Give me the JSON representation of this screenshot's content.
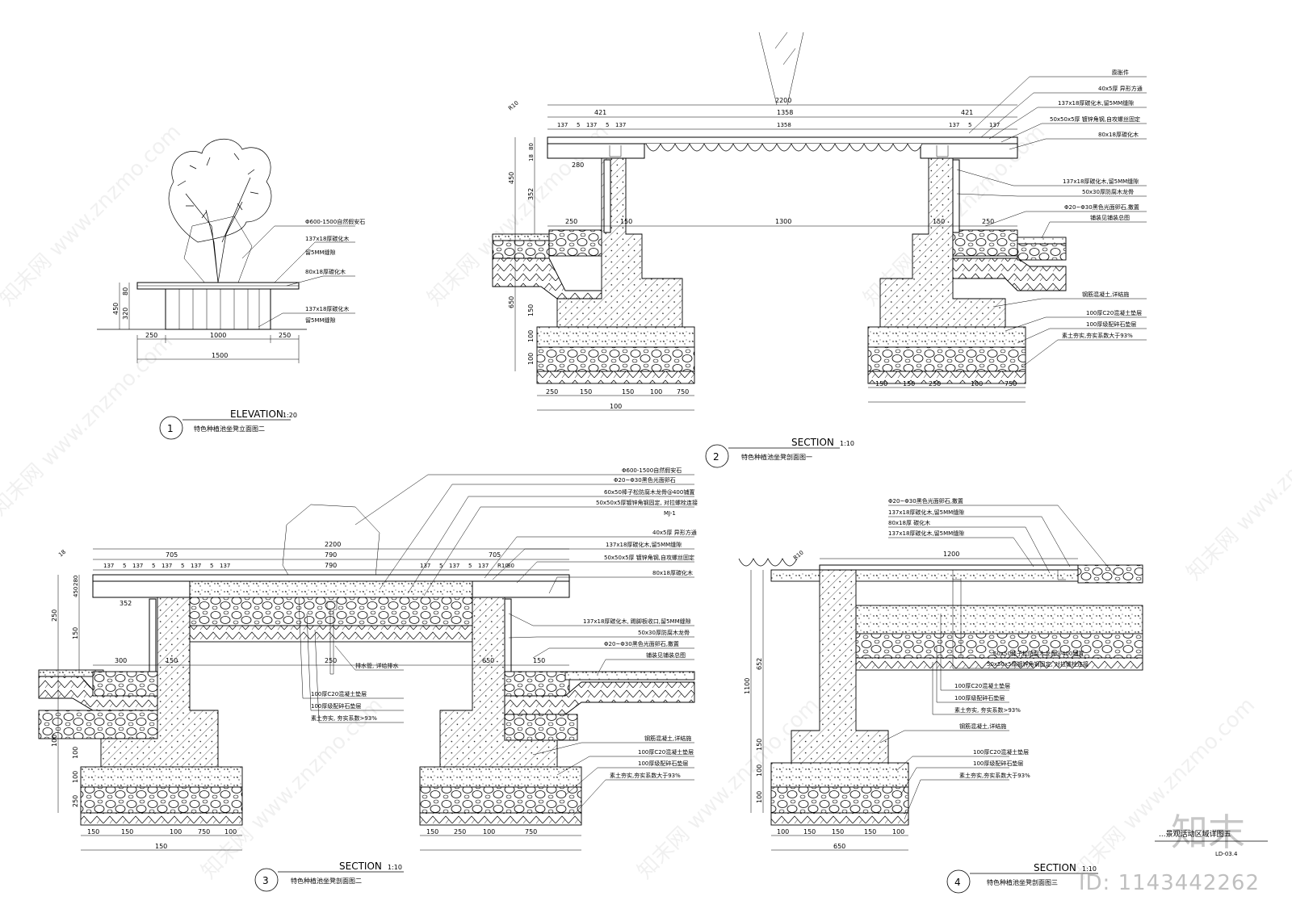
{
  "sheet": {
    "sheet_title": "...景观活动区域详图五",
    "sheet_number": "LD-03.4",
    "watermark_text": "知末网 www.znzmo.com",
    "brand_logo": "知末",
    "id_label": "ID: 1143442262"
  },
  "views": [
    {
      "number": "1",
      "title": "ELEVATION",
      "scale": "1:20",
      "caption": "特色种植池坐凳立面图二",
      "notes": [
        "Φ600-1500自然假安石",
        "137x18厚碳化木",
        "留5MM缝隙",
        "80x18厚碳化木",
        "137x18厚碳化木",
        "留5MM缝隙"
      ],
      "dims": [
        "450",
        "320",
        "80",
        "250",
        "1000",
        "250",
        "1500"
      ]
    },
    {
      "number": "2",
      "title": "SECTION",
      "scale": "1:10",
      "caption": "特色种植池坐凳剖面图一",
      "notes": [
        "膨胀件",
        "40x5厚 异形方通",
        "137x18厚碳化木,留5MM缝隙",
        "50x50x5厚 镀锌角钢,自攻螺丝固定",
        "80x18厚碳化木",
        "137x18厚碳化木,留5MM缝隙",
        "50x30厚防腐木龙骨",
        "Φ20~Φ30黑色光面卵石,撒置",
        "铺装见铺装总图",
        "钢筋混凝土,详结施",
        "100厚C20混凝土垫层",
        "100厚级配碎石垫层",
        "素土夯实,夯实系数大于93%"
      ],
      "dims": [
        "2200",
        "421",
        "1358",
        "421",
        "137",
        "5",
        "137",
        "5",
        "137",
        "1358",
        "137",
        "5",
        "137",
        "R10",
        "80",
        "18",
        "280",
        "450",
        "352",
        "250",
        "150",
        "1300",
        "150",
        "250",
        "650",
        "150",
        "100",
        "100",
        "250",
        "150",
        "150",
        "100",
        "750",
        "100",
        "150",
        "150",
        "250",
        "100",
        "750"
      ]
    },
    {
      "number": "3",
      "title": "SECTION",
      "scale": "1:10",
      "caption": "特色种植池坐凳剖面图二",
      "notes": [
        "Φ600-1500自然假安石",
        "Φ20~Φ30黑色光面卵石",
        "60x50棒子松防腐木龙骨@400铺置",
        "50x50x5厚镀锌角钢固定, 对拉螺栓连接",
        "MJ-1",
        "40x5厚 异形方通",
        "137x18厚碳化木,留5MM缝隙",
        "50x50x5厚 镀锌角钢,自攻螺丝固定",
        "80x18厚碳化木",
        "137x18厚碳化木, 踢脚板收口,留5MM缝隙",
        "50x30厚防腐木龙骨",
        "Φ20~Φ30黑色光面卵石,撒置",
        "铺装见铺装总图",
        "排水管, 详给排水",
        "100厚C20混凝土垫层",
        "100厚级配碎石垫层",
        "素土夯实, 夯实系数>93%",
        "钢筋混凝土,详结施",
        "100厚C20混凝土垫层",
        "100厚级配碎石垫层",
        "素土夯实,夯实系数大于93%"
      ],
      "dims": [
        "2200",
        "705",
        "790",
        "705",
        "137",
        "5",
        "137",
        "5",
        "137",
        "5",
        "137",
        "5",
        "137",
        "790",
        "137",
        "5",
        "137",
        "5",
        "137",
        "R10",
        "80",
        "18",
        "280",
        "450",
        "352",
        "250",
        "150",
        "300",
        "150",
        "250",
        "650",
        "150",
        "100",
        "100",
        "100",
        "250",
        "150",
        "150",
        "100",
        "750",
        "100",
        "150",
        "150",
        "250",
        "100",
        "750"
      ]
    },
    {
      "number": "4",
      "title": "SECTION",
      "scale": "1:10",
      "caption": "特色种植池坐凳剖面图三",
      "notes": [
        "Φ20~Φ30黑色光面卵石,撒置",
        "137x18厚碳化木,留5MM缝隙",
        "80x18厚 碳化木",
        "137x18厚碳化木,留5MM缝隙",
        "60x50棒子松防腐木龙骨@400铺置",
        "50x50x5厚镀锌角钢固定, 对拉螺栓连接",
        "100厚C20混凝土垫层",
        "100厚级配碎石垫层",
        "素土夯实, 夯实系数>93%",
        "钢筋混凝土,详结施",
        "100厚C20混凝土垫层",
        "100厚级配碎石垫层",
        "素土夯实,夯实系数大于93%"
      ],
      "dims": [
        "1200",
        "R10",
        "1100",
        "652",
        "150",
        "100",
        "100",
        "100",
        "150",
        "150",
        "150",
        "100",
        "650"
      ]
    }
  ]
}
